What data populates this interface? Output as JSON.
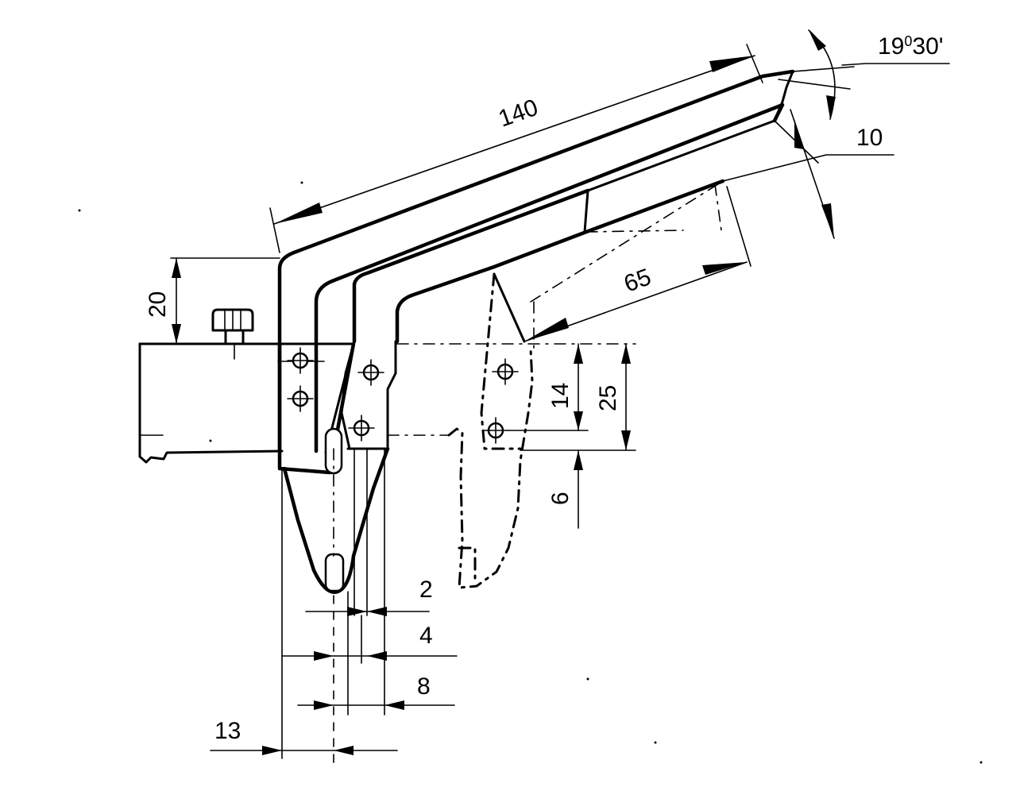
{
  "drawing": {
    "dimensions": {
      "d140": "140",
      "d10": "10",
      "d65": "65",
      "d20": "20",
      "d14": "14",
      "d25": "25",
      "d6": "6",
      "d2": "2",
      "d4": "4",
      "d8": "8",
      "d13": "13"
    },
    "angle": {
      "deg": "19",
      "deg_mark": "0",
      "min": "30'"
    }
  }
}
